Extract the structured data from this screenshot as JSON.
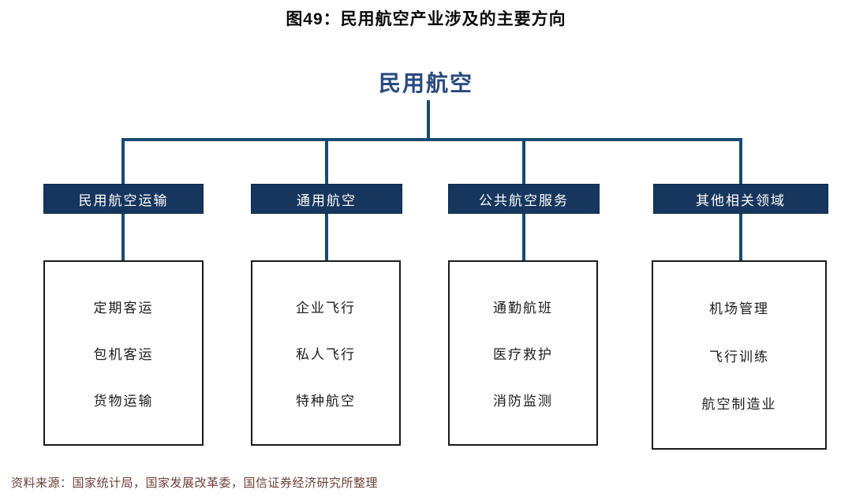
{
  "title": "图49：民用航空产业涉及的主要方向",
  "root": {
    "label": "民用航空"
  },
  "branches": [
    {
      "label": "民用航空运输",
      "items": [
        "定期客运",
        "包机客运",
        "货物运输"
      ]
    },
    {
      "label": "通用航空",
      "items": [
        "企业飞行",
        "私人飞行",
        "特种航空"
      ]
    },
    {
      "label": "公共航空服务",
      "items": [
        "通勤航班",
        "医疗救护",
        "消防监测"
      ]
    },
    {
      "label": "其他相关领域",
      "items": [
        "机场管理",
        "飞行训练",
        "航空制造业"
      ]
    }
  ],
  "source": "资料来源：国家统计局，国家发展改革委，国信证券经济研究所整理",
  "colors": {
    "node_fill": "#16365D",
    "connector_line": "#174A73",
    "root_text": "#27497E",
    "title_text": "#0A0A0A",
    "leaf_border": "#1A1A1A",
    "source_text": "#6E4038"
  }
}
